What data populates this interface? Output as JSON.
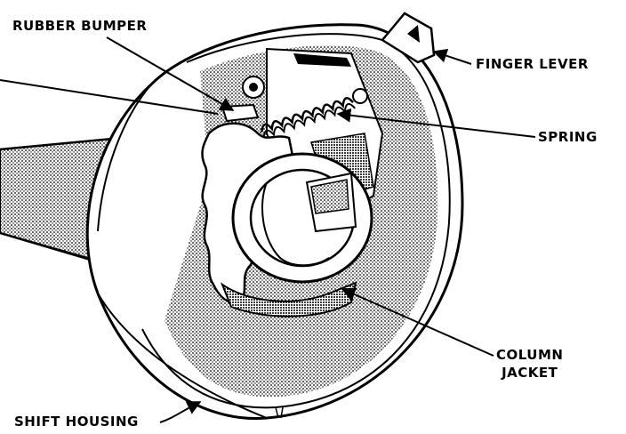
{
  "labels": {
    "rubber_bumper": "RUBBER BUMPER",
    "finger_lever": "FINGER LEVER",
    "spring": "SPRING",
    "column_line1": "COLUMN",
    "column_line2": "JACKET",
    "shift_housing": "SHIFT HOUSING"
  },
  "colors": {
    "ink": "#000000",
    "paper": "#ffffff",
    "shade": "#9a9a9a"
  }
}
